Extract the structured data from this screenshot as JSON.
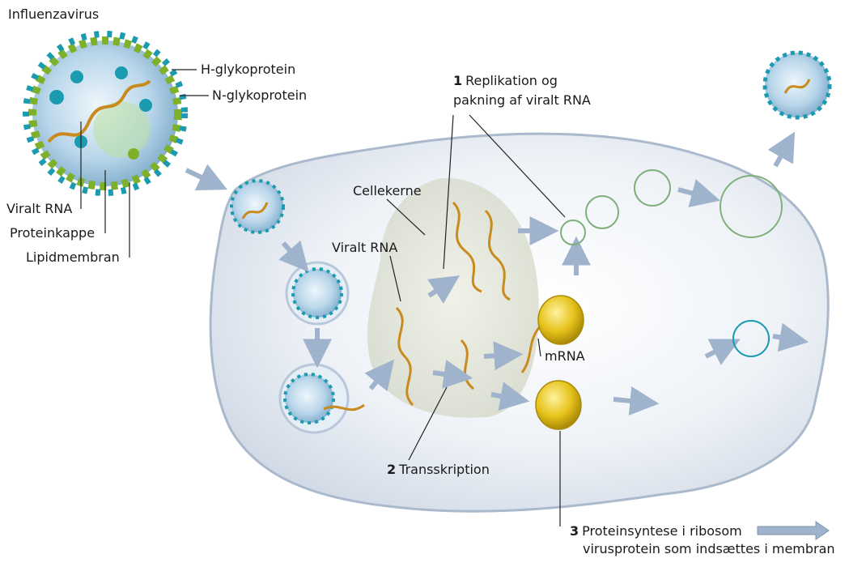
{
  "title": "Influenzavirus",
  "virus_labels": {
    "h_glycoprotein": "H-glykoprotein",
    "n_glycoprotein": "N-glykoprotein",
    "viral_rna": "Viralt RNA",
    "protein_coat": "Proteinkappe",
    "lipid_membrane": "Lipidmembran"
  },
  "cell_labels": {
    "nucleus": "Cellekerne",
    "viral_rna": "Viralt RNA",
    "mrna": "mRNA"
  },
  "steps": [
    {
      "number": "1",
      "line1": "Replikation og",
      "line2": "pakning af viralt RNA"
    },
    {
      "number": "2",
      "line1": "Transskription"
    },
    {
      "number": "3",
      "line1": "Proteinsyntese i ribosom"
    }
  ],
  "legend": {
    "arrow_text": "virusprotein som indsættes i membran"
  },
  "colors": {
    "rna": "#c98a1e",
    "glyco_blue": "#1a9bb0",
    "glyco_green": "#7fb02a",
    "cell_fill": "#dfe6f0",
    "arrow": "#9fb3cc",
    "ribosome": "#e6c21a"
  }
}
